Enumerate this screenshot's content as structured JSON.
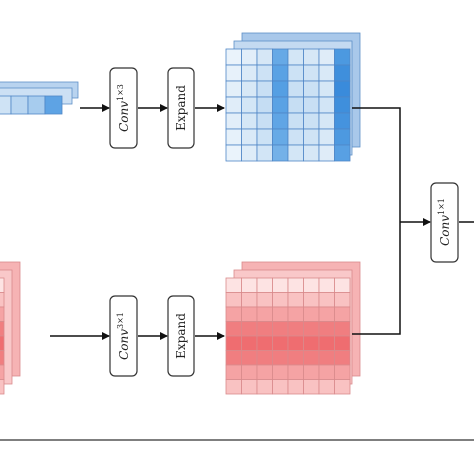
{
  "diagram": {
    "top_branch": {
      "conv": {
        "base": "Conv",
        "sup": "1×3"
      },
      "expand_label": "Expand",
      "grid_colors": [
        [
          "#eaf3fb",
          "#e2eef9",
          "#d6e7f6",
          "#66a9e6",
          "#d3e6f6",
          "#d6e7f6",
          "#dfecf8",
          "#4c99e0"
        ],
        [
          "#e7f1fa",
          "#dbeaf7",
          "#cde2f5",
          "#5aa2e4",
          "#cce2f5",
          "#cfe3f5",
          "#d9e9f7",
          "#3f8fdc"
        ],
        [
          "#e3eff9",
          "#d7e8f6",
          "#c8dff4",
          "#559fe3",
          "#c9e0f4",
          "#cbe1f4",
          "#d5e7f6",
          "#3a8bdb"
        ],
        [
          "#e0edf9",
          "#d3e6f6",
          "#c5ddf3",
          "#5aa2e4",
          "#c6def3",
          "#c8dff4",
          "#d2e5f6",
          "#3f8fdc"
        ],
        [
          "#e2eef9",
          "#d5e7f6",
          "#c8dff4",
          "#60a5e5",
          "#c9e0f4",
          "#cbe1f4",
          "#d5e7f6",
          "#4593de"
        ],
        [
          "#e6f1fa",
          "#d9e9f7",
          "#cce2f5",
          "#67aae6",
          "#cde2f5",
          "#cfe3f5",
          "#d9e9f7",
          "#4d99e0"
        ],
        [
          "#eaf3fb",
          "#deecf8",
          "#d2e5f6",
          "#74b1e8",
          "#d3e6f6",
          "#d6e7f6",
          "#dfecf8",
          "#58a0e3"
        ]
      ],
      "back_layer_color": "#a9c8ea",
      "mid_layer_color": "#c4daf1",
      "input_strip_colors": [
        "#cfe3f5",
        "#b9d6f1",
        "#a7ccee",
        "#5ea3e4"
      ]
    },
    "bottom_branch": {
      "conv": {
        "base": "Conv",
        "sup": "3×1"
      },
      "expand_label": "Expand",
      "row_colors": [
        "#fde3e3",
        "#f9c2c2",
        "#f5a3a4",
        "#f07e80",
        "#ef6d70",
        "#f07e80",
        "#f5a3a4",
        "#f9c2c2"
      ],
      "back_layer_color": "#f6b3b4",
      "mid_layer_color": "#f9c8c9",
      "input_strip_colors": [
        "#fbd6d6",
        "#f8bdbd",
        "#f4a2a3"
      ]
    },
    "merge": {
      "conv": {
        "base": "Conv",
        "sup": "1×1"
      }
    }
  }
}
